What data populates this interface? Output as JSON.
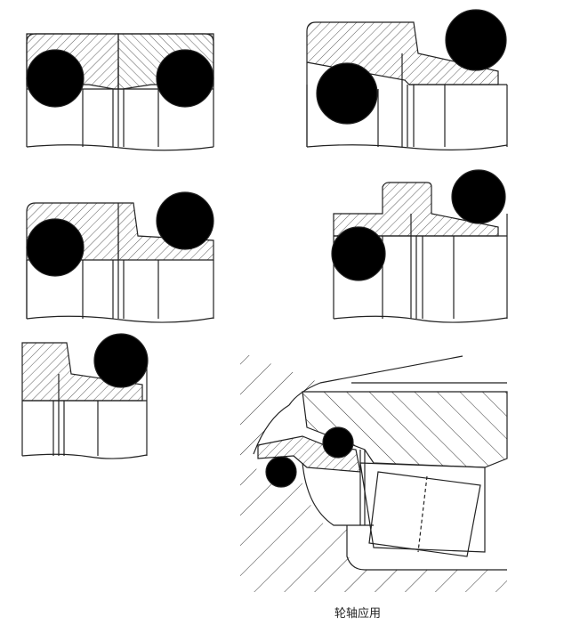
{
  "figure": {
    "caption": "轮轴应用",
    "panels": [
      {
        "id": "seal-variant-1",
        "balls": 2
      },
      {
        "id": "seal-variant-2",
        "balls": 2
      },
      {
        "id": "seal-variant-3",
        "balls": 2
      },
      {
        "id": "seal-variant-4",
        "balls": 2
      },
      {
        "id": "seal-variant-5",
        "balls": 1
      },
      {
        "id": "wheel-axle-application",
        "balls": 2
      }
    ],
    "colors": {
      "line": "#222222",
      "ball": "#000000",
      "background": "#ffffff"
    }
  }
}
